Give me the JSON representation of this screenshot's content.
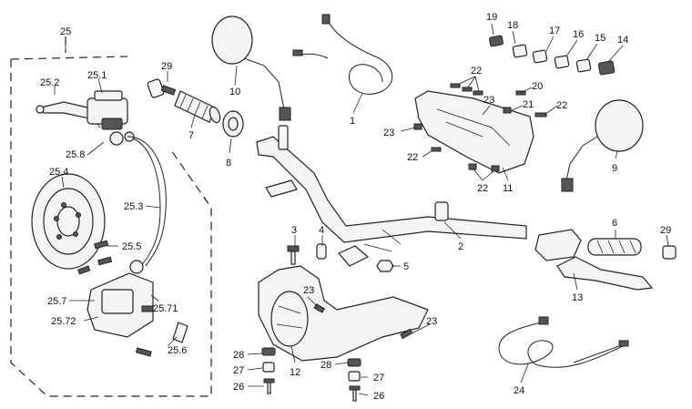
{
  "diagram": {
    "labels": {
      "l25": "25",
      "l25_1": "25.1",
      "l25_2": "25.2",
      "l25_8": "25.8",
      "l25_4": "25.4",
      "l25_3": "25.3",
      "l25_5": "25.5",
      "l25_7": "25.7",
      "l25_71": "25.71",
      "l25_72": "25.72",
      "l25_6": "25.6",
      "l29a": "29",
      "l7": "7",
      "l8": "8",
      "l10": "10",
      "l1": "1",
      "l19": "19",
      "l18": "18",
      "l17": "17",
      "l16": "16",
      "l15": "15",
      "l14": "14",
      "l22a": "22",
      "l20": "20",
      "l21": "21",
      "l22b": "22",
      "l23a": "23",
      "l23b": "23",
      "l22c": "22",
      "l22d": "22",
      "l11": "11",
      "l9": "9",
      "l3": "3",
      "l4": "4",
      "l5": "5",
      "l2": "2",
      "l6": "6",
      "l29b": "29",
      "l13": "13",
      "l23c": "23",
      "l23d": "23",
      "l12": "12",
      "l28a": "28",
      "l27a": "27",
      "l26a": "26",
      "l28b": "28",
      "l27b": "27",
      "l26b": "26",
      "l24": "24"
    }
  }
}
